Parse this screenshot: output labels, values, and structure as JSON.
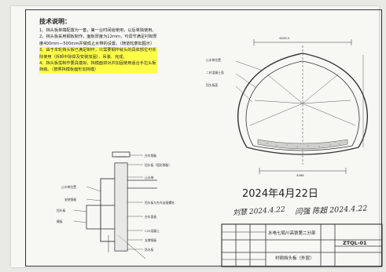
{
  "notes": {
    "title": "技术说明：",
    "items": [
      {
        "text": "1、挡头板单端配置为一套，第一台时间给使用，以后单独使用。",
        "highlight": false
      },
      {
        "text": "2、挡头板采用钢板制作，面板厚度为12mm，可调节满足衬砌厚度400mm—500mm并做成止水带的设置。（随道轮廓如图示）",
        "highlight": false
      },
      {
        "text": "3、由于本轮挡头板已满足制作，只需要钢作就头的具体部位可实际使用（拆卸中除焊及安装加固）、吊装、完成。",
        "highlight": true
      },
      {
        "text": "4、挡头板需制作要具模拟，挡模面拼对并加固使用适合手拉头板挡装。（按照挡模板面形加挡模）",
        "highlight": true
      }
    ]
  },
  "tunnel": {
    "dim_top": "4856.5",
    "dim_bottom": "4468",
    "labels": [
      "止水带位置",
      "二衬混凝土面",
      "挡头板面"
    ]
  },
  "section": {
    "labels": [
      "台车钢板",
      "挡头板（弧形钢板）",
      "止水带",
      "止水带位置",
      "安装钢板",
      "挡头板与台车连接螺栓",
      "台车面板",
      "挡头板",
      "模板",
      "C25混凝土",
      "支撑钢板",
      "防水板"
    ]
  },
  "date_text": "2024年4月22日",
  "signatures": {
    "left": "刘慧 2024.4.22",
    "right": "闫强  陈超 2024.4.22"
  },
  "title_block": {
    "project": "水电七局川高铁第二分部",
    "drawing_name": "衬砌挡头板（外层）",
    "drawing_no": "ZTQL-01"
  }
}
